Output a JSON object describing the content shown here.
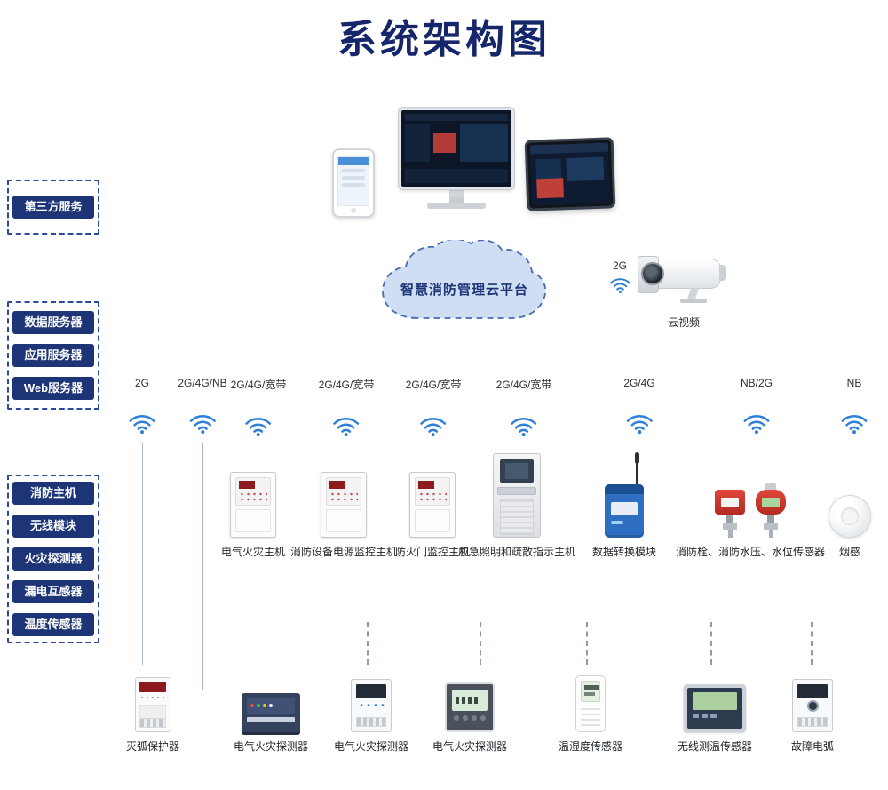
{
  "title": "系统架构图",
  "colors": {
    "navy": "#1d3576",
    "wifi_blue": "#2e7fd8",
    "cloud_fill": "#cfdef2",
    "cloud_border": "#4a6cb3",
    "alarm_red": "#c0392b",
    "module_blue": "#2f6fc1"
  },
  "left_groups": [
    {
      "items": [
        "第三方服务"
      ]
    },
    {
      "items": [
        "数据服务器",
        "应用服务器",
        "Web服务器"
      ]
    },
    {
      "items": [
        "消防主机",
        "无线模块",
        "火灾探测器",
        "漏电互感器",
        "温度传感器"
      ]
    }
  ],
  "cloud_label": "智慧消防管理云平台",
  "camera": {
    "network": "2G",
    "label": "云视频"
  },
  "network_labels": [
    "2G",
    "2G/4G/NB",
    "2G/4G/宽带",
    "2G/4G/宽带",
    "2G/4G/宽带",
    "2G/4G/宽带",
    "2G/4G",
    "NB/2G",
    "NB"
  ],
  "middle_devices": [
    "电气火灾主机",
    "消防设备电源监控主机",
    "防火门监控主机",
    "应急照明和疏散指示主机",
    "数据转换模块",
    "消防栓、消防水压、水位传感器",
    "烟感"
  ],
  "bottom_devices": [
    "灭弧保护器",
    "电气火灾探测器",
    "电气火灾探测器",
    "电气火灾探测器",
    "温湿度传感器",
    "无线测温传感器",
    "故障电弧"
  ]
}
